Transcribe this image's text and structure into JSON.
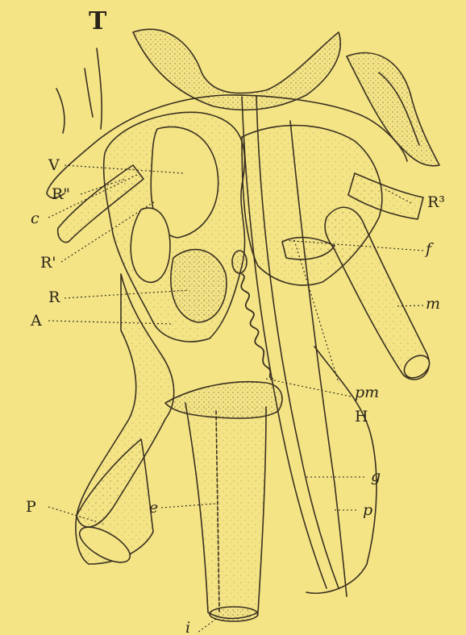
{
  "figure": {
    "background": "#f4e486",
    "ink": "#2a2418",
    "labels": {
      "T": "T",
      "V": "V",
      "R_double": "R\"",
      "c": "c",
      "R_prime": "R'",
      "R": "R",
      "A": "A",
      "P": "P",
      "e": "e",
      "i": "i",
      "R_three": "R³",
      "f": "f",
      "m": "m",
      "pm": "pm",
      "H": "H",
      "g": "g",
      "p": "p"
    }
  }
}
